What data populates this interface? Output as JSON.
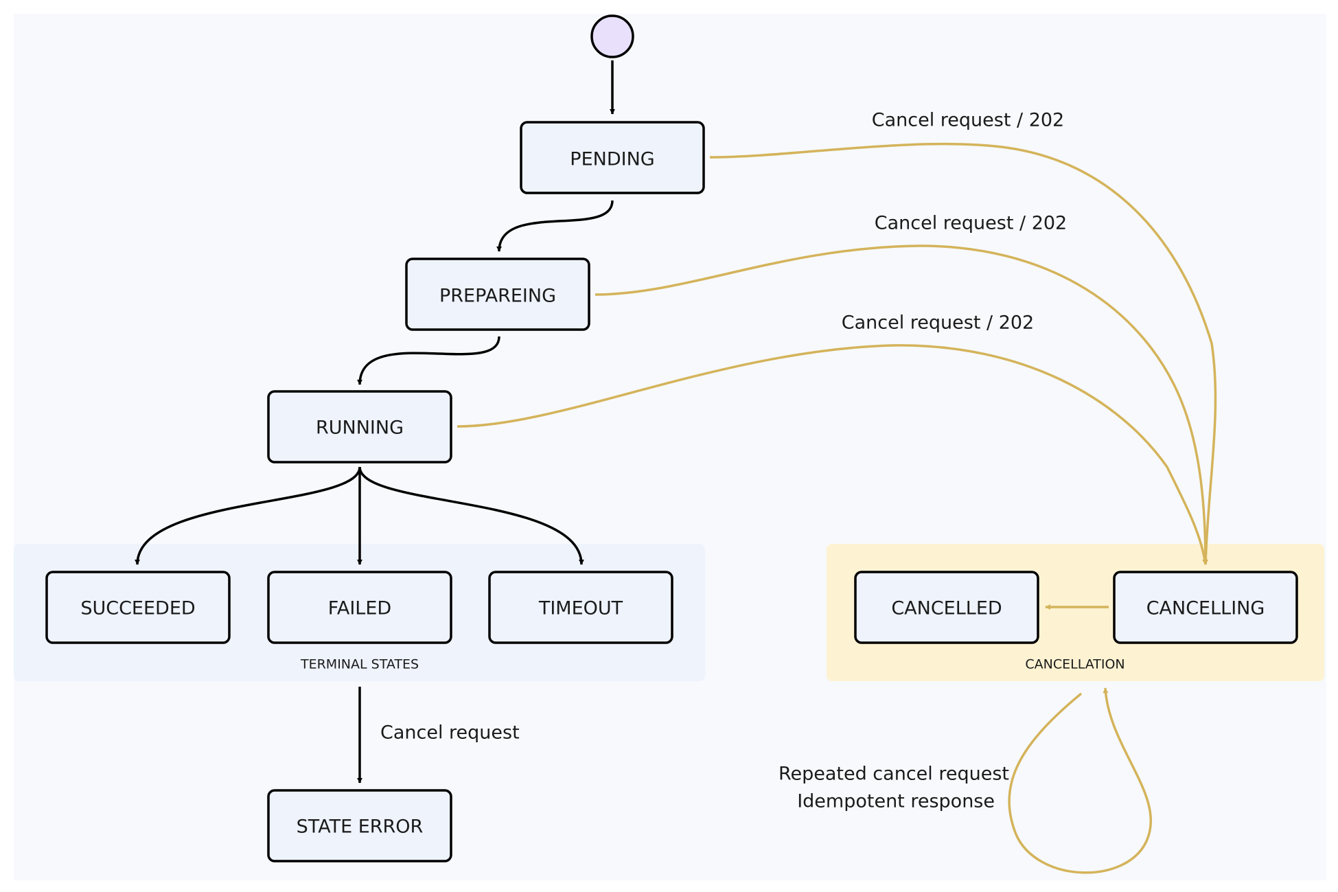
{
  "colors": {
    "background": "#f7f9fc",
    "state_fill": "#eef3fc",
    "start_fill": "#e9e0fb",
    "terminal_group_fill": "#eef3fc",
    "cancellation_group_fill": "#fdf2d2",
    "cancel_edge": "#d4b35a",
    "normal_edge": "#000000"
  },
  "states": {
    "pending": "PENDING",
    "prepareing": "PREPAREING",
    "running": "RUNNING",
    "succeeded": "SUCCEEDED",
    "failed": "FAILED",
    "timeout": "TIMEOUT",
    "state_error": "STATE ERROR",
    "cancelled": "CANCELLED",
    "cancelling": "CANCELLING"
  },
  "groups": {
    "terminal": "TERMINAL STATES",
    "cancellation": "CANCELLATION"
  },
  "edges": {
    "pending_cancel": "Cancel request  / 202",
    "prepareing_cancel": "Cancel request  / 202",
    "running_cancel": "Cancel request  / 202",
    "terminal_cancel": "Cancel request",
    "repeated_line1": "Repeated cancel request",
    "repeated_line2": "Idempotent response"
  }
}
